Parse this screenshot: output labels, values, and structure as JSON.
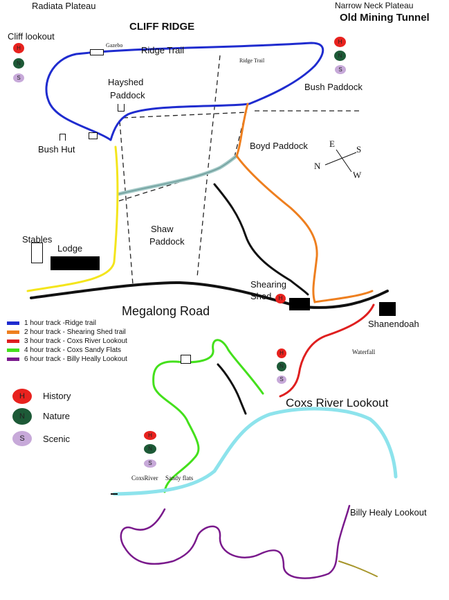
{
  "labels": {
    "radiata_plateau": "Radiata Plateau",
    "narrow_neck_plateau": "Narrow Neck Plateau",
    "old_mining_tunnel": "Old Mining Tunnel",
    "cliff_ridge": "CLIFF RIDGE",
    "cliff_lookout": "Cliff lookout",
    "gazebo": "Gazebo",
    "ridge_trail_main": "Ridge Trail",
    "ridge_trail_small": "Ridge Trail",
    "hayshed_paddock_1": "Hayshed",
    "hayshed_paddock_2": "Paddock",
    "bush_paddock": "Bush Paddock",
    "bush_hut": "Bush Hut",
    "boyd_paddock": "Boyd Paddock",
    "stables": "Stables",
    "lodge": "Lodge",
    "shaw_paddock_1": "Shaw",
    "shaw_paddock_2": "Paddock",
    "shearing_shed_1": "Shearing",
    "shearing_shed_2": "Shed",
    "megalong_road": "Megalong Road",
    "shanendoah": "Shanendoah",
    "waterfall": "Waterfall",
    "coxs_river_lookout": "Coxs River Lookout",
    "coxs_river_small": "CoxsRiver",
    "sandy_flats": "Sandy flats",
    "billy_healy_lookout": "Billy Healy Lookout"
  },
  "compass": {
    "e": "E",
    "s": "S",
    "n": "N",
    "w": "W"
  },
  "badge_letters": {
    "h": "H",
    "n": "N",
    "s": "S"
  },
  "legend": [
    {
      "color": "#1f2ccf",
      "label": "1 hour track -Ridge trail"
    },
    {
      "color": "#ee7f1f",
      "label": "2 hour track - Shearing Shed trail"
    },
    {
      "color": "#df1f1f",
      "label": "3 hour track - Coxs River Lookout"
    },
    {
      "color": "#44e01c",
      "label": "4 hour track - Coxs Sandy Flats"
    },
    {
      "color": "#7a1a8c",
      "label": "6 hour track - Billy Heally Lookout"
    }
  ],
  "key": {
    "history": "History",
    "nature": "Nature",
    "scenic": "Scenic"
  },
  "track_colors": {
    "ridge": "#1f2ccf",
    "shearing": "#ee7f1f",
    "coxs_river": "#df1f1f",
    "sandy_flats": "#44e01c",
    "billy_healy": "#7a1a8c",
    "river": "#8de3ec",
    "yellow": "#f4e51c",
    "creek": "#9fc6c4",
    "road": "#000000"
  }
}
